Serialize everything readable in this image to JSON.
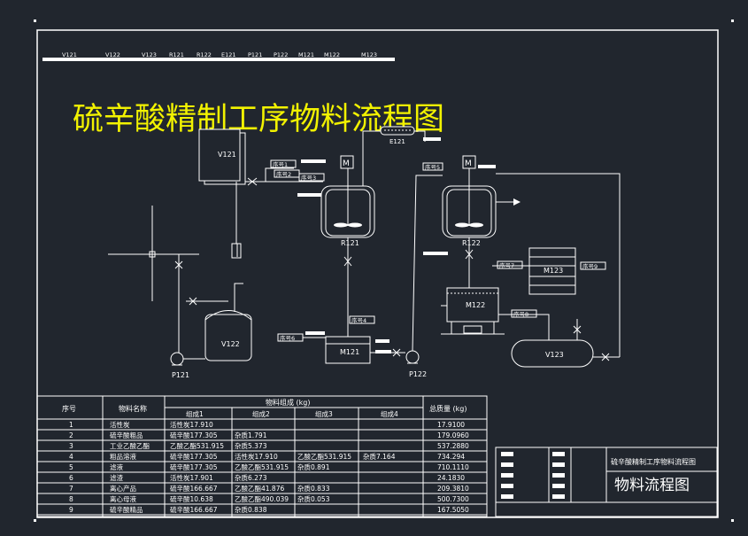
{
  "title": "硫辛酸精制工序物料流程图",
  "legend_tags": [
    "V121",
    "V122",
    "V123",
    "R121",
    "R122",
    "E121",
    "P121",
    "P122",
    "M121",
    "M122",
    "M123"
  ],
  "equipment": {
    "V121": "V121",
    "V122": "V122",
    "V123": "V123",
    "R121": "R121",
    "R122": "R122",
    "E121": "E121",
    "P121": "P121",
    "P122": "P122",
    "M121": "M121",
    "M122": "M122",
    "M123": "M123"
  },
  "motor_symbol": "M",
  "stream_tags": {
    "s1": "序号1",
    "s2": "序号2",
    "s3": "序号3",
    "s4": "序号4",
    "s6": "序号6",
    "s7": "序号7",
    "s8": "序号8",
    "s9": "序号9",
    "s10": "序号5"
  },
  "table": {
    "header_seq": "序号",
    "header_name": "物料名称",
    "header_group": "物料组成 (kg)",
    "header_total": "总质量 (kg)",
    "sub_headers": [
      "组成1",
      "组成2",
      "组成3",
      "组成4"
    ],
    "rows": [
      {
        "no": "1",
        "name": "活性炭",
        "c1": "活性炭17.910",
        "c2": "",
        "c3": "",
        "c4": "",
        "total": "17.9100"
      },
      {
        "no": "2",
        "name": "硫辛酸粗品",
        "c1": "硫辛酸177.305",
        "c2": "杂质1.791",
        "c3": "",
        "c4": "",
        "total": "179.0960"
      },
      {
        "no": "3",
        "name": "工业乙酸乙酯",
        "c1": "乙酸乙酯531.915",
        "c2": "杂质5.373",
        "c3": "",
        "c4": "",
        "total": "537.2880"
      },
      {
        "no": "4",
        "name": "粗品溶液",
        "c1": "硫辛酸177.305",
        "c2": "活性炭17.910",
        "c3": "乙酸乙酯531.915",
        "c4": "杂质7.164",
        "total": "734.294"
      },
      {
        "no": "5",
        "name": "滤液",
        "c1": "硫辛酸177.305",
        "c2": "乙酸乙酯531.915",
        "c3": "杂质0.891",
        "c4": "",
        "total": "710.1110"
      },
      {
        "no": "6",
        "name": "滤渣",
        "c1": "活性炭17.901",
        "c2": "杂质6.273",
        "c3": "",
        "c4": "",
        "total": "24.1830"
      },
      {
        "no": "7",
        "name": "离心产品",
        "c1": "硫辛酸166.667",
        "c2": "乙酸乙酯41.876",
        "c3": "杂质0.833",
        "c4": "",
        "total": "209.3810"
      },
      {
        "no": "8",
        "name": "离心母液",
        "c1": "硫辛酸10.638",
        "c2": "乙酸乙酯490.039",
        "c3": "杂质0.053",
        "c4": "",
        "total": "500.7300"
      },
      {
        "no": "9",
        "name": "硫辛酸精品",
        "c1": "硫辛酸166.667",
        "c2": "杂质0.838",
        "c3": "",
        "c4": "",
        "total": "167.5050"
      }
    ]
  },
  "title_block": {
    "drawing_name": "硫辛酸精制工序物料流程图",
    "drawing_title": "物料流程图"
  }
}
